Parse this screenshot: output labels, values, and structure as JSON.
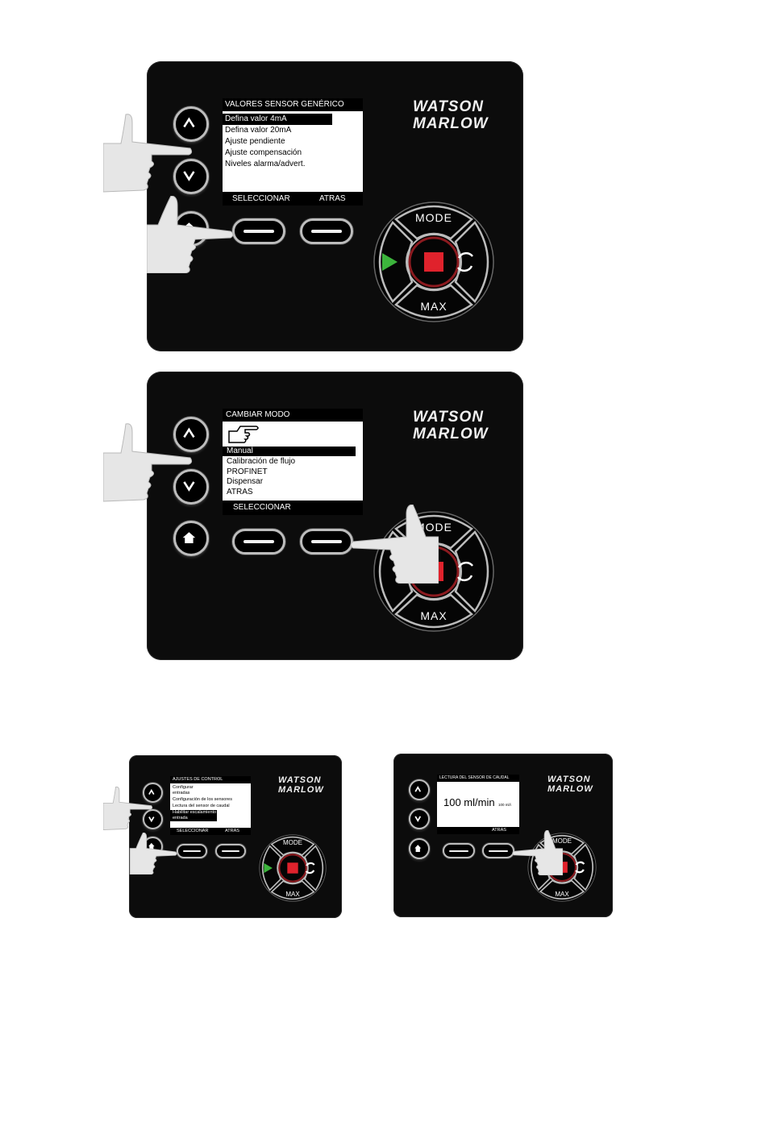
{
  "panel1": {
    "title": "VALORES SENSOR GENÉRICO",
    "items": [
      "Defina valor 4mA",
      "Defina valor 20mA",
      "Ajuste pendiente",
      "Ajuste compensación",
      "Niveles alarma/advert."
    ],
    "selected_index": 0,
    "soft_left": "SELECCIONAR",
    "soft_right": "ATRAS"
  },
  "panel2": {
    "title": "CAMBIAR MODO",
    "items": [
      "Manual",
      "Calibración de flujo",
      "PROFINET",
      "Dispensar",
      "ATRAS"
    ],
    "selected_index": 0,
    "soft_left": "SELECCIONAR",
    "icon": "pointing-hand-icon"
  },
  "panel3": {
    "title": "AJUSTES DE CONTROL",
    "items": [
      "Configurar",
      "entradas",
      "Configuración de los sensores",
      "Lectura del sensor de caudal",
      "Habilitar escalamiento",
      "entrada"
    ],
    "selected_index": 4,
    "soft_left": "SELECCIONAR",
    "soft_right": "ATRAS"
  },
  "panel4": {
    "title": "LECTURA DEL SENSOR DE CAUDAL",
    "reading": "100 ml/min",
    "reading_small": "100 ml/i",
    "soft_right": "ATRAS"
  },
  "brand": {
    "line1": "WATSON",
    "line2": "MARLOW"
  },
  "dpad": {
    "mode": "MODE",
    "max": "MAX"
  },
  "colors": {
    "run": "#3cb43c",
    "stop": "#e0222c",
    "stop_ring": "#8b1a1f",
    "panel": "#0c0c0c"
  },
  "icons": [
    "up-arrow-icon",
    "down-arrow-icon",
    "home-icon",
    "play-icon",
    "stop-icon",
    "refresh-icon",
    "pointing-hand-icon"
  ]
}
